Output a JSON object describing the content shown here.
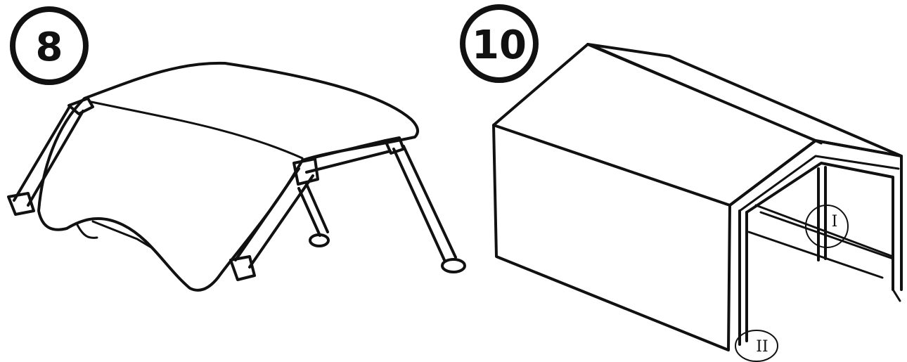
{
  "step_left": {
    "number": "8"
  },
  "step_right": {
    "number": "10"
  },
  "callouts": [
    {
      "label": "I"
    },
    {
      "label": "II"
    }
  ],
  "colors": {
    "ink": "#111111",
    "paper": "#ffffff"
  }
}
